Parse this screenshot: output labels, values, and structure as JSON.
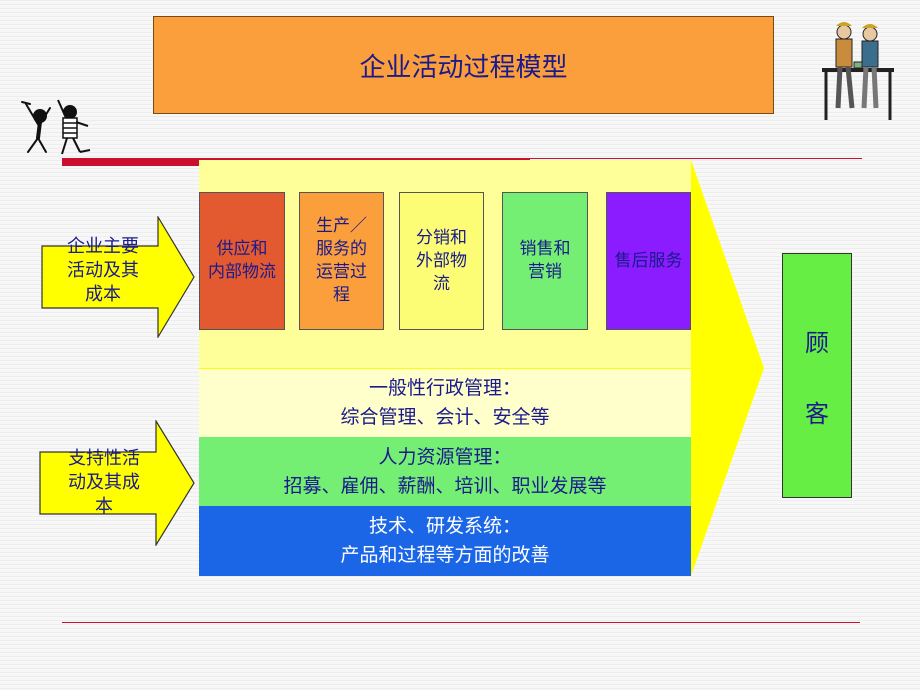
{
  "title": "企业活动过程模型",
  "primary_label": {
    "line1": "企业主要",
    "line2": "活动及其",
    "line3": "成本"
  },
  "support_label": {
    "line1": "支持性活",
    "line2": "动及其成",
    "line3": "本"
  },
  "activities": [
    {
      "line1": "供应和",
      "line2": "内部物流",
      "color": "#e35a30"
    },
    {
      "line1": "生产／",
      "line2": "服务的",
      "line3": "运营过",
      "line4": "程",
      "color": "#fb9f3c"
    },
    {
      "line1": "分销和",
      "line2": "外部物",
      "line3": "流",
      "color": "#fdfd75"
    },
    {
      "line1": "销售和",
      "line2": "营销",
      "color": "#74ef74"
    },
    {
      "line1": "售后服务",
      "color": "#8b1cff"
    }
  ],
  "support_bands": [
    {
      "line1": "一般性行政管理：",
      "line2": "综合管理、会计、安全等",
      "color": "#ffffcc",
      "text_color": "#1a1a8c"
    },
    {
      "line1": "人力资源管理：",
      "line2": "招募、雇佣、薪酬、培训、职业发展等",
      "color": "#74ef74",
      "text_color": "#1a1a8c"
    },
    {
      "line1": "技术、研发系统：",
      "line2": "产品和过程等方面的改善",
      "color": "#1a66e6",
      "text_color": "#ffffff"
    }
  ],
  "customer": {
    "char1": "顾",
    "char2": "客",
    "color": "#66ee44"
  },
  "colors": {
    "arrow_yellow": "#ffff00",
    "panel_yellow": "#ffff99",
    "title_orange": "#fb9f3c",
    "red_rule": "#c8102e",
    "text_navy": "#1a1a8c"
  },
  "icons": [
    "dancing-figures-clipart",
    "business-meeting-clipart",
    "right-arrow-icon"
  ]
}
